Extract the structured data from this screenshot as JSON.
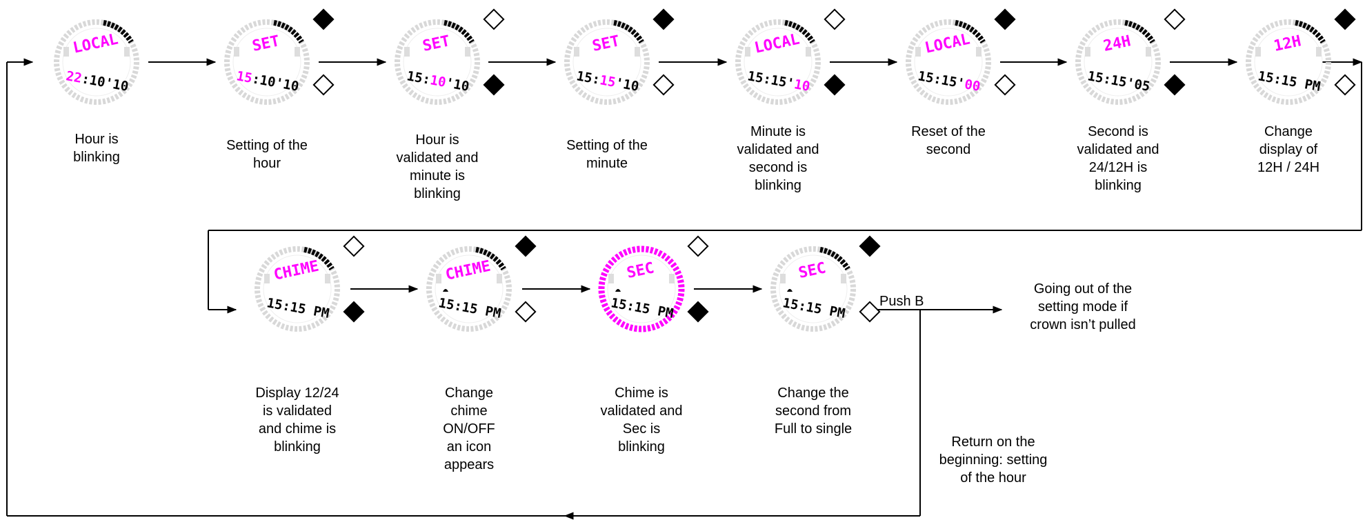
{
  "colors": {
    "magenta": "#ff00ff",
    "ring_grey": "#d8d8d8",
    "filled_button": "#000000",
    "line": "#000000"
  },
  "steps": [
    {
      "top": "LOCAL",
      "time": [
        {
          "t": "22",
          "on": true
        },
        {
          "t": ":",
          "on": false
        },
        {
          "t": "10",
          "on": false
        },
        {
          "t": "'",
          "on": false
        },
        {
          "t": "10",
          "on": false
        }
      ],
      "button_top": "none",
      "button_bottom": "none",
      "caption": [
        "Hour is",
        "blinking"
      ]
    },
    {
      "top": "SET",
      "time": [
        {
          "t": "15",
          "on": true
        },
        {
          "t": ":",
          "on": false
        },
        {
          "t": "10",
          "on": false
        },
        {
          "t": "'",
          "on": false
        },
        {
          "t": "10",
          "on": false
        }
      ],
      "button_top": "filled",
      "button_bottom": "empty",
      "caption": [
        "Setting of the",
        "hour"
      ]
    },
    {
      "top": "SET",
      "time": [
        {
          "t": "15",
          "on": false
        },
        {
          "t": ":",
          "on": false
        },
        {
          "t": "10",
          "on": true
        },
        {
          "t": "'",
          "on": false
        },
        {
          "t": "10",
          "on": false
        }
      ],
      "button_top": "empty",
      "button_bottom": "filled",
      "caption": [
        "Hour is",
        "validated and",
        "minute is",
        "blinking"
      ]
    },
    {
      "top": "SET",
      "time": [
        {
          "t": "15",
          "on": false
        },
        {
          "t": ":",
          "on": false
        },
        {
          "t": "15",
          "on": true
        },
        {
          "t": "'",
          "on": false
        },
        {
          "t": "10",
          "on": false
        }
      ],
      "button_top": "filled",
      "button_bottom": "empty",
      "caption": [
        "Setting of the",
        "minute"
      ]
    },
    {
      "top": "LOCAL",
      "time": [
        {
          "t": "15",
          "on": false
        },
        {
          "t": ":",
          "on": false
        },
        {
          "t": "15",
          "on": false
        },
        {
          "t": "'",
          "on": false
        },
        {
          "t": "10",
          "on": true
        }
      ],
      "button_top": "empty",
      "button_bottom": "filled",
      "caption": [
        "Minute is",
        "validated and",
        "second is",
        "blinking"
      ]
    },
    {
      "top": "LOCAL",
      "time": [
        {
          "t": "15",
          "on": false
        },
        {
          "t": ":",
          "on": false
        },
        {
          "t": "15",
          "on": false
        },
        {
          "t": "'",
          "on": false
        },
        {
          "t": "00",
          "on": true
        }
      ],
      "button_top": "filled",
      "button_bottom": "empty",
      "caption": [
        "Reset of the",
        "second"
      ]
    },
    {
      "top": "24H",
      "time": [
        {
          "t": "15",
          "on": false
        },
        {
          "t": ":",
          "on": false
        },
        {
          "t": "15",
          "on": false
        },
        {
          "t": "'",
          "on": false
        },
        {
          "t": "05",
          "on": false
        }
      ],
      "button_top": "empty",
      "button_bottom": "filled",
      "caption": [
        "Second is",
        "validated and",
        "24/12H is",
        "blinking"
      ]
    },
    {
      "top": "12H",
      "time": [
        {
          "t": "15",
          "on": false
        },
        {
          "t": ":",
          "on": false
        },
        {
          "t": "15",
          "on": false
        },
        {
          "t": " PM",
          "on": false
        }
      ],
      "button_top": "filled",
      "button_bottom": "empty",
      "caption": [
        "Change",
        "display of",
        "12H / 24H"
      ]
    },
    {
      "top": "CHIME",
      "time": [
        {
          "t": "15",
          "on": false
        },
        {
          "t": ":",
          "on": false
        },
        {
          "t": "15",
          "on": false
        },
        {
          "t": " PM",
          "on": false
        }
      ],
      "button_top": "empty",
      "button_bottom": "filled",
      "caption": [
        "Display 12/24",
        "is validated",
        "and chime is",
        "blinking"
      ]
    },
    {
      "top": "CHIME",
      "time": [
        {
          "t": "15",
          "on": false
        },
        {
          "t": ":",
          "on": false
        },
        {
          "t": "15",
          "on": false
        },
        {
          "t": " PM",
          "on": false
        }
      ],
      "button_top": "filled",
      "button_bottom": "empty",
      "caption": [
        "Change",
        "chime",
        "ON/OFF",
        "an icon",
        "appears"
      ]
    },
    {
      "top": "SEC",
      "time": [
        {
          "t": "15",
          "on": false
        },
        {
          "t": ":",
          "on": false
        },
        {
          "t": "15",
          "on": false
        },
        {
          "t": " PM",
          "on": false
        }
      ],
      "button_top": "empty",
      "button_bottom": "filled",
      "caption": [
        "Chime is",
        "validated and",
        "Sec is",
        "blinking"
      ]
    },
    {
      "top": "SEC",
      "time": [
        {
          "t": "15",
          "on": false
        },
        {
          "t": ":",
          "on": false
        },
        {
          "t": "15",
          "on": false
        },
        {
          "t": " PM",
          "on": false
        }
      ],
      "button_top": "filled",
      "button_bottom": "empty",
      "caption": [
        "Change the",
        "second from",
        "Full to single"
      ]
    }
  ],
  "push_label": "Push B",
  "exit_text": [
    "Going out of the",
    "setting mode if",
    "crown isn’t pulled"
  ],
  "return_text": [
    "Return on the",
    "beginning: setting",
    "of the hour"
  ]
}
